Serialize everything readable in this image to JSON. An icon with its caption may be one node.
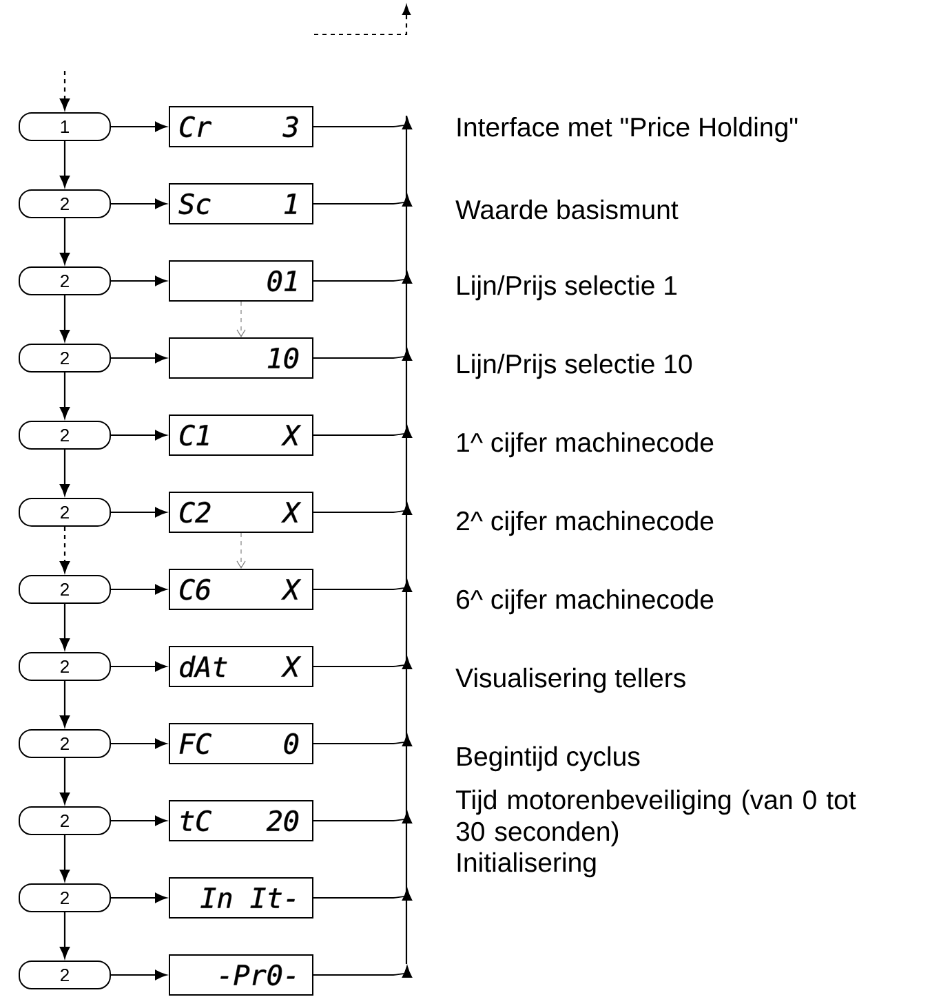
{
  "diagram": {
    "nodes": [
      {
        "text": [
          "1"
        ]
      },
      {
        "text": [
          "2"
        ]
      },
      {
        "text": [
          "2"
        ]
      },
      {
        "text": [
          "2"
        ]
      },
      {
        "text": [
          "2"
        ]
      },
      {
        "text": [
          "2"
        ]
      },
      {
        "text": [
          "2"
        ]
      },
      {
        "text": [
          "2"
        ]
      },
      {
        "text": [
          "2"
        ]
      },
      {
        "text": [
          "2"
        ]
      },
      {
        "text": [
          "2"
        ]
      },
      {
        "text": [
          "2"
        ]
      },
      {
        "text": [
          "Cr",
          "3"
        ]
      },
      {
        "text": [
          "Sc",
          "1"
        ]
      },
      {
        "text": [
          "01"
        ]
      },
      {
        "text": [
          "10"
        ]
      },
      {
        "text": [
          "C1",
          "X"
        ]
      },
      {
        "text": [
          "C2",
          "X"
        ]
      },
      {
        "text": [
          "C6",
          "X"
        ]
      },
      {
        "text": [
          "dAt",
          "X"
        ]
      },
      {
        "text": [
          "FC",
          "0"
        ]
      },
      {
        "text": [
          "tC",
          "20"
        ]
      },
      {
        "text": [
          "In It-"
        ]
      },
      {
        "text": [
          "-Pr0-"
        ]
      }
    ],
    "edges": [
      {
        "from": null,
        "to": 0,
        "arrow": "to",
        "style": "dashed"
      },
      {
        "from": 0,
        "to": 1,
        "arrow": "to"
      },
      {
        "from": 1,
        "to": 2,
        "arrow": "to"
      },
      {
        "from": 2,
        "to": 3,
        "arrow": "to"
      },
      {
        "from": 3,
        "to": 4,
        "arrow": "to"
      },
      {
        "from": 4,
        "to": 5,
        "arrow": "to"
      },
      {
        "from": 5,
        "to": 6,
        "arrow": "to",
        "style": "dashed"
      },
      {
        "from": 6,
        "to": 7,
        "arrow": "to"
      },
      {
        "from": 7,
        "to": 8,
        "arrow": "to"
      },
      {
        "from": 8,
        "to": 9,
        "arrow": "to"
      },
      {
        "from": 9,
        "to": 10,
        "arrow": "to"
      },
      {
        "from": 10,
        "to": 11,
        "arrow": "to"
      },
      {
        "from": 0,
        "to": 12,
        "arrow": "to"
      },
      {
        "from": 1,
        "to": 13,
        "arrow": "to"
      },
      {
        "from": 2,
        "to": 14,
        "arrow": "to"
      },
      {
        "from": 3,
        "to": 15,
        "arrow": "to"
      },
      {
        "from": 4,
        "to": 16,
        "arrow": "to"
      },
      {
        "from": 5,
        "to": 17,
        "arrow": "to"
      },
      {
        "from": 6,
        "to": 18,
        "arrow": "to"
      },
      {
        "from": 7,
        "to": 19,
        "arrow": "to"
      },
      {
        "from": 8,
        "to": 20,
        "arrow": "to"
      },
      {
        "from": 9,
        "to": 21,
        "arrow": "to"
      },
      {
        "from": 10,
        "to": 22,
        "arrow": "to"
      },
      {
        "from": 11,
        "to": 23,
        "arrow": "to"
      },
      {
        "from": 14,
        "to": 15,
        "arrow": "to",
        "style": "dashed",
        "color": "#808080"
      },
      {
        "from": 17,
        "to": 18,
        "arrow": "to",
        "style": "dashed",
        "color": "#808080"
      },
      {
        "from": 12,
        "to": null,
        "arrow": "to"
      },
      {
        "from": 13,
        "to": null,
        "arrow": "to"
      },
      {
        "from": 14,
        "to": null,
        "arrow": "to"
      },
      {
        "from": 15,
        "to": null,
        "arrow": "to"
      },
      {
        "from": 16,
        "to": null,
        "arrow": "to"
      },
      {
        "from": 17,
        "to": null,
        "arrow": "to"
      },
      {
        "from": 18,
        "to": null,
        "arrow": "to"
      },
      {
        "from": 19,
        "to": null,
        "arrow": "to"
      },
      {
        "from": 20,
        "to": null,
        "arrow": "to"
      },
      {
        "from": 21,
        "to": null,
        "arrow": "to"
      },
      {
        "from": 22,
        "to": null,
        "arrow": "to"
      },
      {
        "from": 23,
        "to": null,
        "arrow": "to"
      }
    ],
    "labels": [
      "Interface met \"Price Holding\"",
      "Waarde basismunt",
      "Lijn/Prijs selectie 1",
      "Lijn/Prijs selectie 10",
      "1^ cijfer machinecode",
      "2^ cijfer machinecode",
      "6^ cijfer machinecode",
      "Visualisering tellers",
      "Begintijd cyclus",
      "Tijd motorenbeveiliging (van 0 tot 30 seconden)",
      "Initialisering"
    ]
  }
}
